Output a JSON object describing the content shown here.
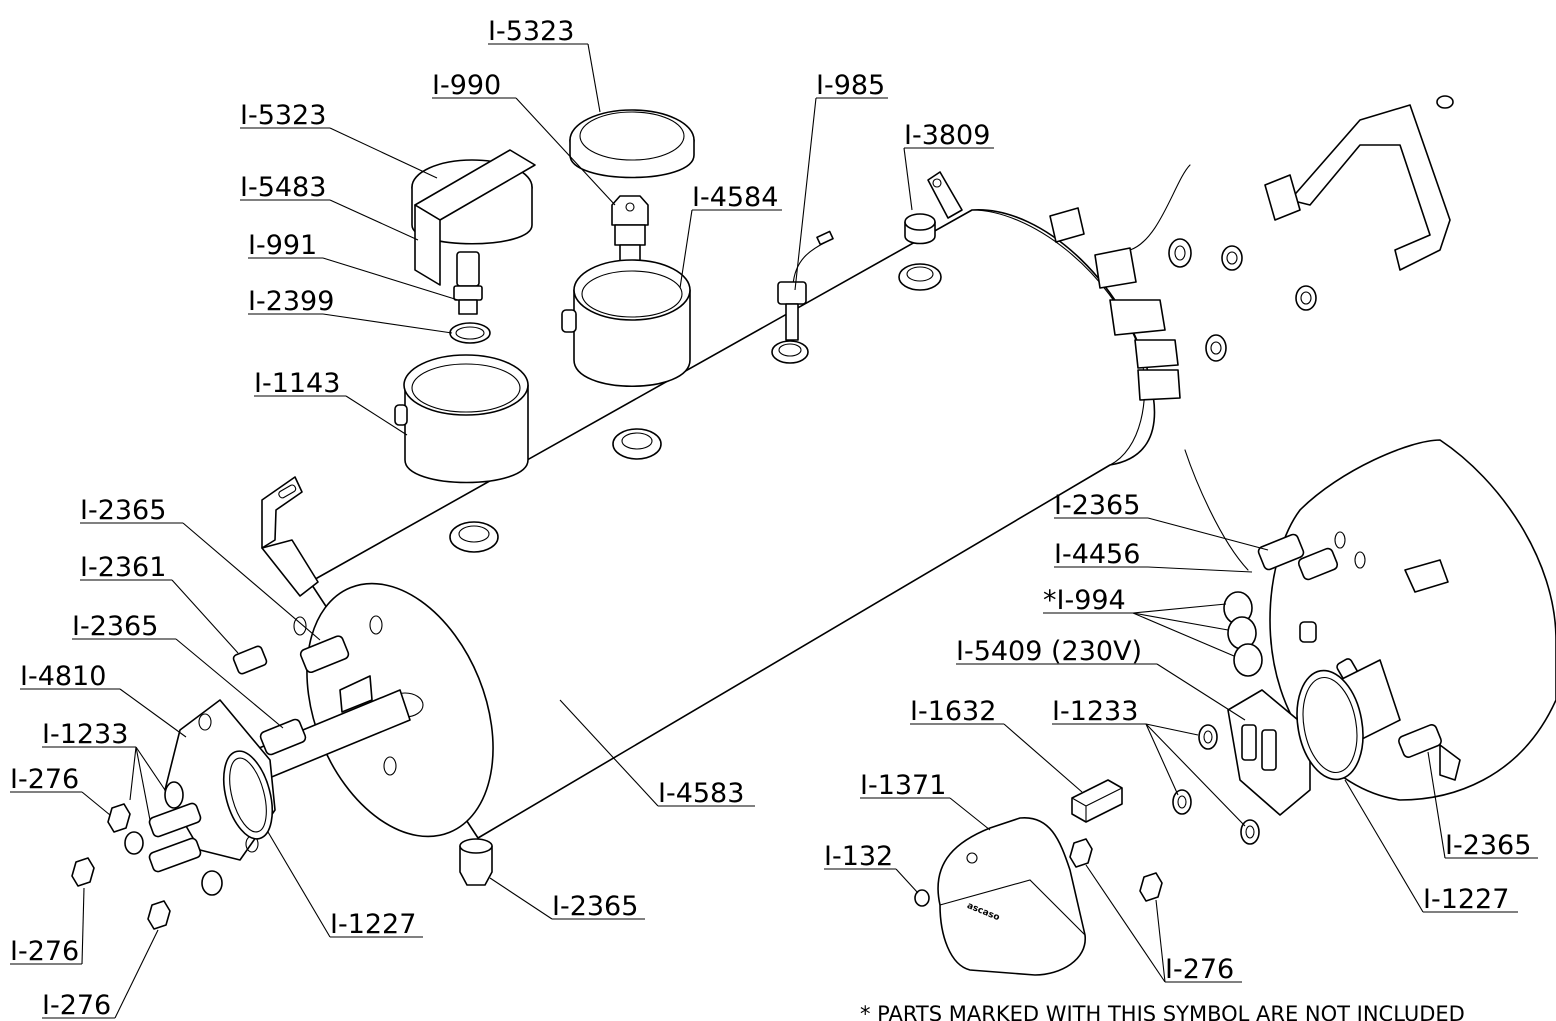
{
  "labels": {
    "l_5323_top": "I-5323",
    "l_5323_left": "I-5323",
    "l_990": "I-990",
    "l_985": "I-985",
    "l_3809": "I-3809",
    "l_5483": "I-5483",
    "l_4584": "I-4584",
    "l_991": "I-991",
    "l_2399": "I-2399",
    "l_1143": "I-1143",
    "l_2365_a": "I-2365",
    "l_2361": "I-2361",
    "l_2365_b": "I-2365",
    "l_4810": "I-4810",
    "l_1233_left": "I-1233",
    "l_276_a": "I-276",
    "l_276_b": "I-276",
    "l_276_c": "I-276",
    "l_1227_left": "I-1227",
    "l_2365_bottom": "I-2365",
    "l_4583": "I-4583",
    "l_2365_right_top": "I-2365",
    "l_4456": "I-4456",
    "l_994": "*I-994",
    "l_5409": "I-5409 (230V)",
    "l_1632": "I-1632",
    "l_1233_right": "I-1233",
    "l_1371": "I-1371",
    "l_132": "I-132",
    "l_276_right": "I-276",
    "l_2365_right": "I-2365",
    "l_1227_right": "I-1227"
  },
  "logo_text": "ascaso",
  "footnote": "* PARTS MARKED WITH THIS SYMBOL ARE NOT INCLUDED"
}
